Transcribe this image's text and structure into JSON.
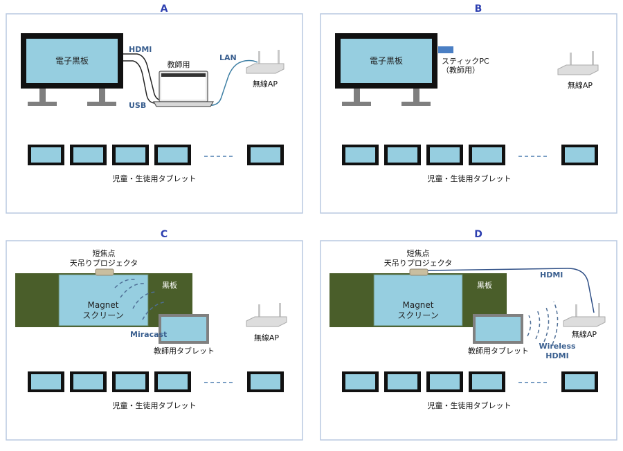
{
  "colors": {
    "panel_border": "#b8c8e0",
    "letter": "#2d3fb0",
    "screen_fill": "#96cee0",
    "bezel": "#111111",
    "stand": "#7f7f7f",
    "blackboard": "#4a5e2a",
    "cable_blue": "#3e7fa4",
    "cable_navy": "#2f4f86",
    "wave": "#4f6f96",
    "label_blue": "#3a5f8f",
    "router": "#dddddd",
    "stick_pc": "#4a7fc4",
    "projector": "#c9bea0",
    "tablet_gray_border": "#808080"
  },
  "panels": {
    "a": {
      "letter": "A",
      "board_label": "電子黒板",
      "hdmi_label": "HDMI",
      "usb_label": "USB",
      "lan_label": "LAN",
      "laptop_label": "教師用",
      "ap_label": "無線AP",
      "tablets_label": "児童・生徒用タブレット"
    },
    "b": {
      "letter": "B",
      "board_label": "電子黒板",
      "stick_label_1": "スティックPC",
      "stick_label_2": "（教師用）",
      "ap_label": "無線AP",
      "tablets_label": "児童・生徒用タブレット"
    },
    "c": {
      "letter": "C",
      "projector_label_1": "短焦点",
      "projector_label_2": "天吊りプロジェクタ",
      "blackboard_label": "黒板",
      "screen_label_1": "Magnet",
      "screen_label_2": "スクリーン",
      "miracast_label": "Miracast",
      "teacher_tablet_label": "教師用タブレット",
      "ap_label": "無線AP",
      "tablets_label": "児童・生徒用タブレット"
    },
    "d": {
      "letter": "D",
      "projector_label_1": "短焦点",
      "projector_label_2": "天吊りプロジェクタ",
      "hdmi_label": "HDMI",
      "blackboard_label": "黒板",
      "screen_label_1": "Magnet",
      "screen_label_2": "スクリーン",
      "teacher_tablet_label": "教師用タブレット",
      "wireless_label_1": "Wireless",
      "wireless_label_2": "HDMI",
      "ap_label": "無線AP",
      "tablets_label": "児童・生徒用タブレット"
    }
  }
}
